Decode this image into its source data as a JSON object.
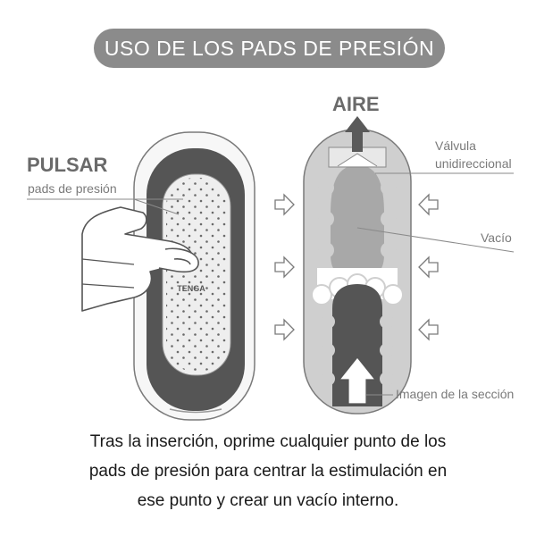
{
  "title": "USO DE LOS PADS DE PRESIÓN",
  "labels": {
    "pulsar": "PULSAR",
    "pads": "pads de presión",
    "aire": "AIRE",
    "valvula_1": "Válvula",
    "valvula_2": "unidireccional",
    "vacio": "Vacío",
    "seccion": "Imagen de la sección",
    "brand": "TENGA"
  },
  "caption": [
    "Tras la inserción, oprime cualquier punto de los",
    "pads de presión para centrar la estimulación en",
    "ese punto y crear un vacío interno."
  ],
  "colors": {
    "pill": "#8b8b8b",
    "body_gray": "#cfcfcf",
    "dark_outline": "#555555",
    "pad_fill": "#e6e6e6",
    "text_dark": "#1a1a1a"
  }
}
